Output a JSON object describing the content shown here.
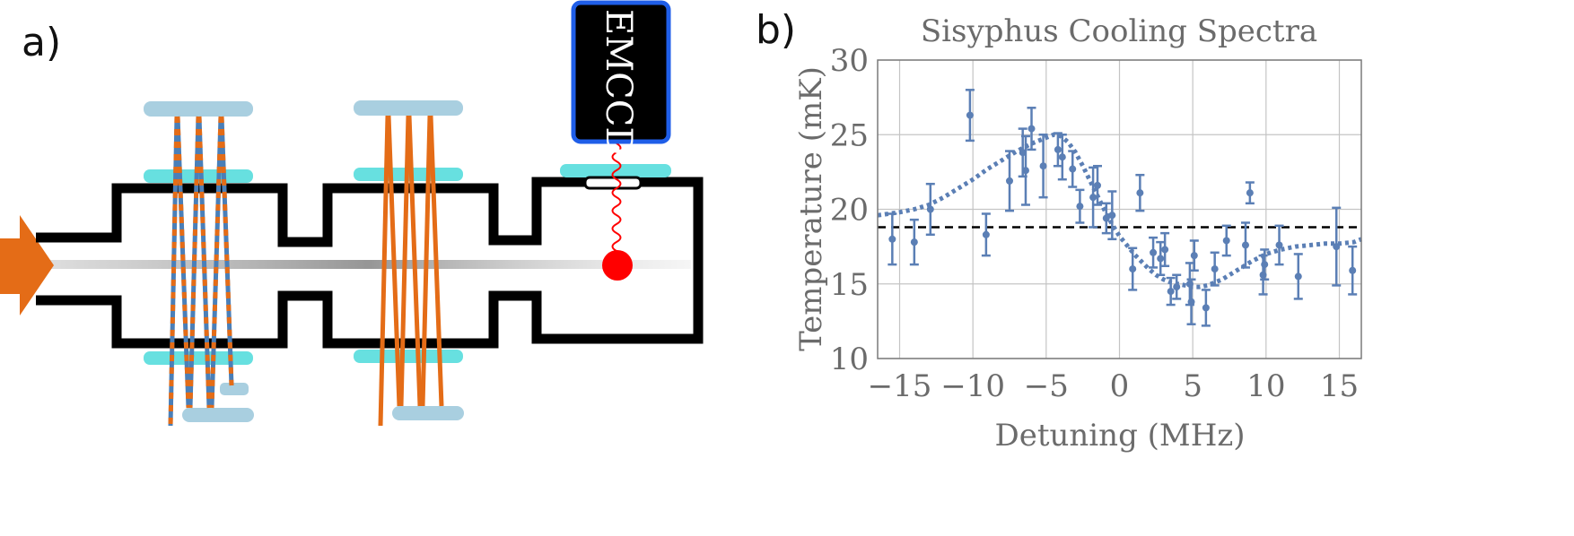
{
  "panels": {
    "a_label": "a)",
    "b_label": "b)"
  },
  "diagram": {
    "camera_label": "EMCCD"
  },
  "colors": {
    "wall": "#000000",
    "window": "#67e0e0",
    "mirror": "#a9cfe0",
    "orange_beam": "#e46c17",
    "blue_beam": "#4a7fb8",
    "ion": "#ff0000",
    "camera_border": "#1f5ee8",
    "series": "#5b7fb5"
  },
  "chart_data": {
    "type": "scatter",
    "title": "Sisyphus Cooling Spectra",
    "xlabel": "Detuning (MHz)",
    "ylabel": "Temperature (mK)",
    "xlim": [
      -16.5,
      16.5
    ],
    "ylim": [
      10,
      30
    ],
    "xticks": [
      -15,
      -10,
      -5,
      0,
      5,
      10,
      15
    ],
    "yticks": [
      10,
      15,
      20,
      25,
      30
    ],
    "xtick_labels": [
      "−15",
      "−10",
      "−5",
      "0",
      "5",
      "10",
      "15"
    ],
    "ytick_labels": [
      "10",
      "15",
      "20",
      "25",
      "30"
    ],
    "grid": true,
    "reference_line": {
      "y": 18.8,
      "style": "dashed"
    },
    "points": [
      {
        "x": -15.5,
        "y": 18.0,
        "err": 1.7
      },
      {
        "x": -14.0,
        "y": 17.8,
        "err": 1.5
      },
      {
        "x": -12.9,
        "y": 20.0,
        "err": 1.7
      },
      {
        "x": -10.2,
        "y": 26.3,
        "err": 1.7
      },
      {
        "x": -9.1,
        "y": 18.3,
        "err": 1.4
      },
      {
        "x": -7.5,
        "y": 21.9,
        "err": 2.0
      },
      {
        "x": -6.6,
        "y": 23.8,
        "err": 1.6
      },
      {
        "x": -6.4,
        "y": 22.6,
        "err": 2.3
      },
      {
        "x": -6.0,
        "y": 25.4,
        "err": 1.4
      },
      {
        "x": -5.2,
        "y": 22.9,
        "err": 2.1
      },
      {
        "x": -4.2,
        "y": 24.0,
        "err": 1.1
      },
      {
        "x": -3.9,
        "y": 23.5,
        "err": 1.5
      },
      {
        "x": -3.2,
        "y": 22.7,
        "err": 1.2
      },
      {
        "x": -2.7,
        "y": 20.2,
        "err": 1.1
      },
      {
        "x": -1.8,
        "y": 20.8,
        "err": 2.0
      },
      {
        "x": -1.5,
        "y": 21.6,
        "err": 1.3
      },
      {
        "x": -0.9,
        "y": 19.4,
        "err": 1.0
      },
      {
        "x": -0.5,
        "y": 19.6,
        "err": 1.6
      },
      {
        "x": 0.9,
        "y": 16.0,
        "err": 1.4
      },
      {
        "x": 1.4,
        "y": 21.1,
        "err": 1.2
      },
      {
        "x": 2.3,
        "y": 17.1,
        "err": 1.0
      },
      {
        "x": 2.8,
        "y": 16.7,
        "err": 1.1
      },
      {
        "x": 3.1,
        "y": 17.3,
        "err": 1.1
      },
      {
        "x": 3.5,
        "y": 14.5,
        "err": 0.9
      },
      {
        "x": 3.9,
        "y": 14.8,
        "err": 0.8
      },
      {
        "x": 4.8,
        "y": 15.0,
        "err": 1.4
      },
      {
        "x": 4.9,
        "y": 13.8,
        "err": 1.5
      },
      {
        "x": 5.1,
        "y": 16.9,
        "err": 1.0
      },
      {
        "x": 5.9,
        "y": 13.4,
        "err": 1.2
      },
      {
        "x": 6.5,
        "y": 16.0,
        "err": 1.1
      },
      {
        "x": 7.3,
        "y": 17.9,
        "err": 1.0
      },
      {
        "x": 8.6,
        "y": 17.6,
        "err": 1.5
      },
      {
        "x": 8.9,
        "y": 21.1,
        "err": 0.7
      },
      {
        "x": 9.8,
        "y": 15.6,
        "err": 1.3
      },
      {
        "x": 9.9,
        "y": 16.3,
        "err": 1.0
      },
      {
        "x": 10.9,
        "y": 17.6,
        "err": 1.3
      },
      {
        "x": 12.2,
        "y": 15.5,
        "err": 1.5
      },
      {
        "x": 14.8,
        "y": 17.5,
        "err": 2.6
      },
      {
        "x": 15.9,
        "y": 15.9,
        "err": 1.6
      }
    ],
    "fit_curve": [
      [
        -16.5,
        19.6
      ],
      [
        -15,
        19.8
      ],
      [
        -14,
        20.0
      ],
      [
        -13,
        20.3
      ],
      [
        -12,
        20.8
      ],
      [
        -11,
        21.4
      ],
      [
        -10,
        22.0
      ],
      [
        -9,
        22.7
      ],
      [
        -8,
        23.3
      ],
      [
        -7,
        23.9
      ],
      [
        -6,
        24.4
      ],
      [
        -5,
        24.8
      ],
      [
        -4.5,
        25.0
      ],
      [
        -4,
        24.9
      ],
      [
        -3.5,
        24.5
      ],
      [
        -3,
        23.8
      ],
      [
        -2.5,
        22.9
      ],
      [
        -2,
        21.9
      ],
      [
        -1.5,
        20.9
      ],
      [
        -1,
        19.9
      ],
      [
        -0.5,
        19.0
      ],
      [
        0,
        18.2
      ],
      [
        0.5,
        17.6
      ],
      [
        1,
        17.0
      ],
      [
        1.5,
        16.5
      ],
      [
        2,
        16.0
      ],
      [
        2.5,
        15.6
      ],
      [
        3,
        15.3
      ],
      [
        3.5,
        15.1
      ],
      [
        4,
        15.0
      ],
      [
        4.5,
        14.9
      ],
      [
        5,
        14.8
      ],
      [
        5.5,
        14.8
      ],
      [
        6,
        14.9
      ],
      [
        7,
        15.3
      ],
      [
        8,
        15.9
      ],
      [
        9,
        16.5
      ],
      [
        10,
        17.0
      ],
      [
        11,
        17.3
      ],
      [
        12,
        17.5
      ],
      [
        13,
        17.6
      ],
      [
        14,
        17.7
      ],
      [
        15,
        17.7
      ],
      [
        16,
        17.8
      ],
      [
        16.5,
        18.0
      ]
    ]
  }
}
